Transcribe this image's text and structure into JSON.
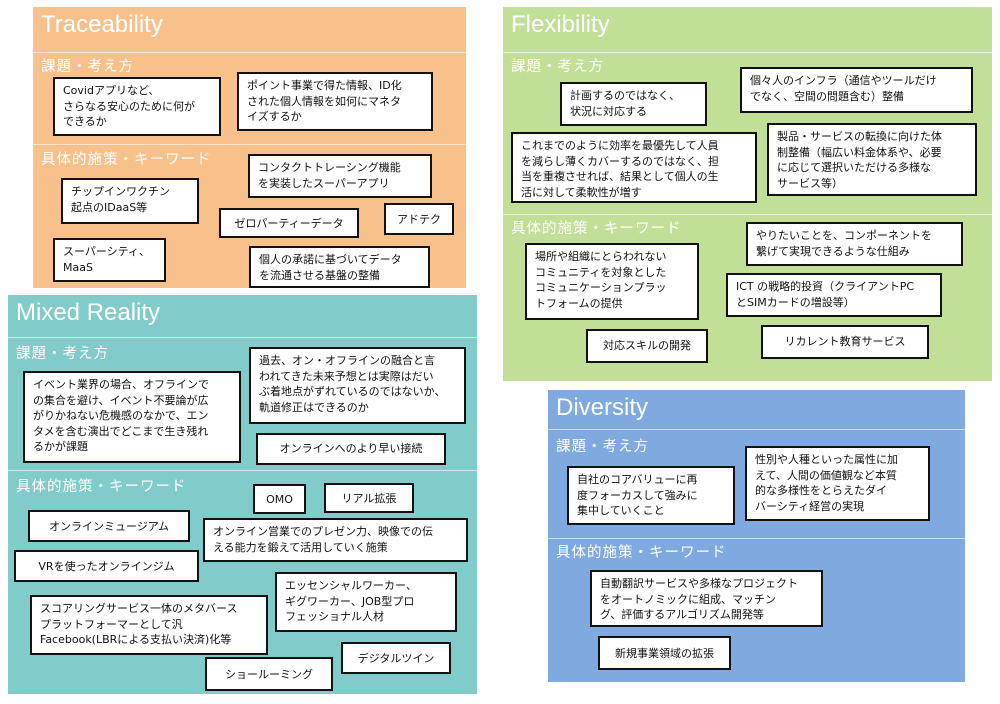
{
  "colors": {
    "traceability": "#f8c18c",
    "flexibility": "#c2df98",
    "mixed_reality": "#82cbcb",
    "diversity": "#7fa9df"
  },
  "labels": {
    "issues": "課題・考え方",
    "measures": "具体的施策・キーワード"
  },
  "traceability": {
    "title": "Traceability",
    "issues": [
      "Covidアプリなど、\nさらなる安心のために何が\nできるか",
      "ポイント事業で得た情報、ID化\nされた個人情報を如何にマネタ\nイズするか"
    ],
    "measures": [
      "コンタクトトレーシング機能\nを実装したスーパーアプリ",
      "チップインワクチン\n起点のIDaaS等",
      "ゼロパーティーデータ",
      "アドテク",
      "スーパーシティ、\nMaaS",
      "個人の承諾に基づいてデータ\nを流通させる基盤の整備"
    ]
  },
  "flexibility": {
    "title": "Flexibility",
    "issues": [
      "計画するのではなく、\n状況に対応する",
      "個々人のインフラ（通信やツールだけ\nでなく、空間の問題含む）整備",
      "これまでのように効率を最優先して人員\nを減らし薄くカバーするのではなく、担\n当を重複させれば、結果として個人の生\n活に対して柔軟性が増す",
      "製品・サービスの転換に向けた体\n制整備（幅広い料金体系や、必要\nに応じて選択いただける多様な\nサービス等）"
    ],
    "measures": [
      "やりたいことを、コンポーネントを\n繋げて実現できるような仕組み",
      "場所や組織にとらわれない\nコミュニティを対象とした\nコミュニケーションプラッ\nトフォームの提供",
      "ICT の戦略的投資（クライアントPC\nとSIMカードの増設等）",
      "対応スキルの開発",
      "リカレント教育サービス"
    ]
  },
  "mixed_reality": {
    "title": "Mixed Reality",
    "issues": [
      "過去、オン・オフラインの融合と言\nわれてきた未来予想とは実際はだい\nぶ着地点がずれているのではないか、\n軌道修正はできるのか",
      "イベント業界の場合、オフラインで\nの集合を避け、イベント不要論が広\nがりかねない危機感のなかで、エン\nタメを含む演出でどこまで生き残れ\nるかが課題",
      "オンラインへのより早い接続"
    ],
    "measures": [
      "OMO",
      "リアル拡張",
      "オンラインミュージアム",
      "オンライン営業でのプレゼン力、映像での伝\nえる能力を鍛えて活用していく施策",
      "VRを使ったオンラインジム",
      "エッセンシャルワーカー、\nギグワーカー、JOB型プロ\nフェッショナル人材",
      "スコアリングサービス一体のメタバース\nプラットフォーマーとして汎\nFacebook(LBRによる支払い決済)化等",
      "デジタルツイン",
      "ショールーミング"
    ]
  },
  "diversity": {
    "title": "Diversity",
    "issues": [
      "自社のコアバリューに再\n度フォーカスして強みに\n集中していくこと",
      "性別や人種といった属性に加\nえて、人間の価値観など本質\n的な多様性をとらえたダイ\nバーシティ経営の実現"
    ],
    "measures": [
      "自動翻訳サービスや多様なプロジェクト\nをオートノミックに組成、マッチン\nグ、評価するアルゴリズム開発等",
      "新規事業領域の拡張"
    ]
  }
}
